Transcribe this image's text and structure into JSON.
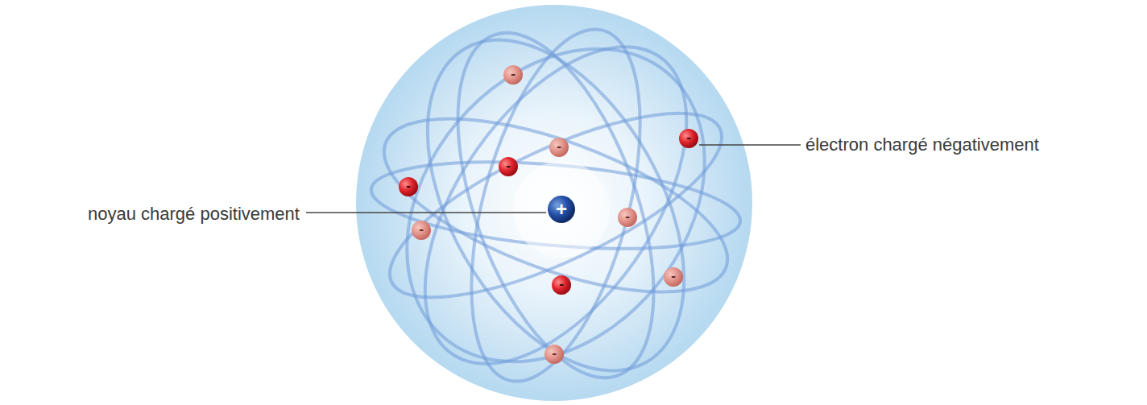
{
  "diagram": {
    "labels": [
      "électron chargé négativement",
      "noyau chargé positivement",
      "+",
      "-",
      "-",
      "-",
      "-",
      "-",
      "-",
      "-",
      "-",
      "-",
      "-"
    ]
  }
}
